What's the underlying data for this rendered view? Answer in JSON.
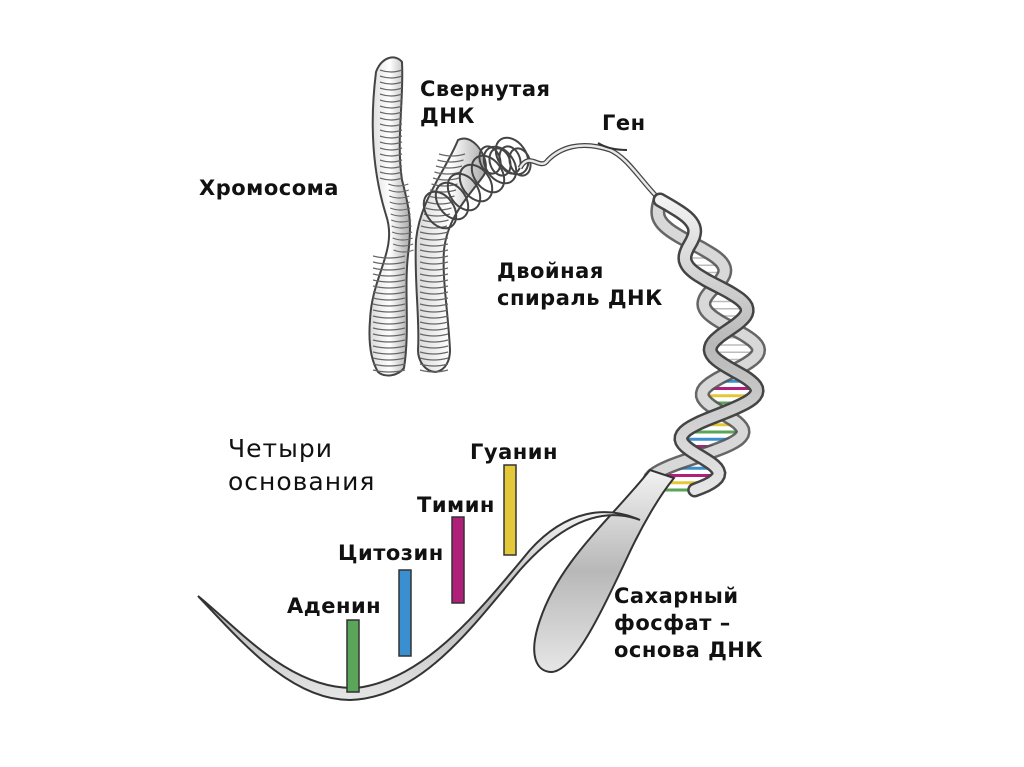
{
  "labels": {
    "chromosome": "Хромосома",
    "coiled_dna": [
      "Свернутая",
      "ДНК"
    ],
    "gene": "Ген",
    "double_helix": [
      "Двойная",
      "спираль ДНК"
    ],
    "four_bases": [
      "Четыри",
      "основания"
    ],
    "guanine": "Гуанин",
    "thymine": "Тимин",
    "cytosine": "Цитозин",
    "adenine": "Аденин",
    "backbone": [
      "Сахарный",
      "фосфат –",
      "основа ДНК"
    ]
  },
  "colors": {
    "adenine": "#5aa55a",
    "cytosine": "#3a8fd0",
    "thymine": "#b0207a",
    "guanine": "#e3c83a",
    "ribbon": "#c9c9c9",
    "outline": "#333333"
  }
}
